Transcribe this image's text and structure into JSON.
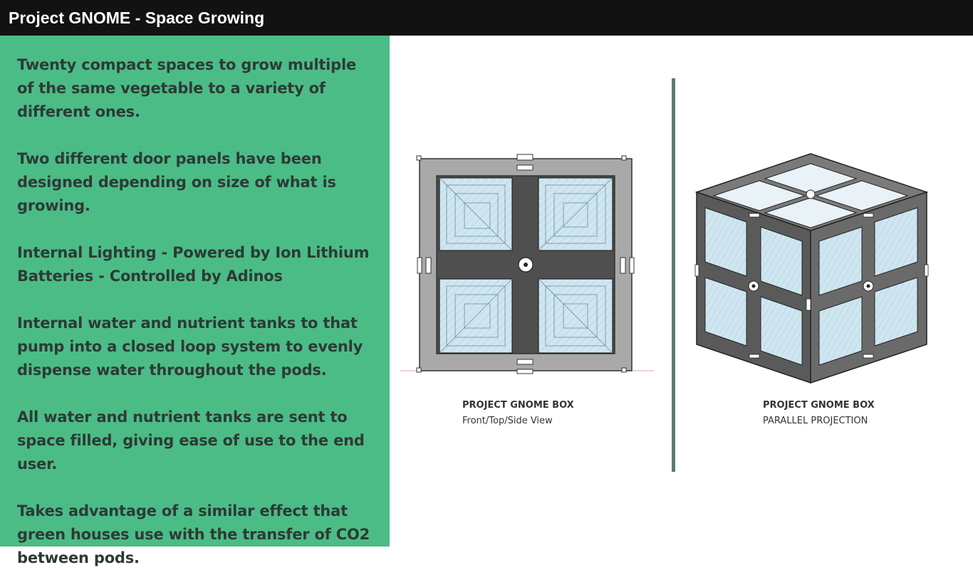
{
  "header": {
    "title": "Project GNOME - Space Growing"
  },
  "left_panel": {
    "paragraphs": [
      "Twenty compact spaces to grow multiple of the same vegetable to a variety of different ones.",
      "Two different door panels have been designed depending on size of what is growing.",
      "Internal Lighting - Powered by Ion Lithium Batteries - Controlled by Adinos",
      "Internal water and nutrient tanks to that pump into a closed loop system to evenly dispense water throughout the pods.",
      "All water and nutrient tanks are sent to space filled, giving ease of use to the end user.",
      "Takes advantage of a similar effect that green houses use with the transfer of CO2 between pods."
    ]
  },
  "figures": {
    "front": {
      "title": "PROJECT GNOME BOX",
      "subtitle": "Front/Top/Side View"
    },
    "iso": {
      "title": "PROJECT GNOME BOX",
      "subtitle": "PARALLEL PROJECTION"
    }
  },
  "colors": {
    "header_bg": "#121212",
    "panel_bg": "#4cbc86",
    "divider": "#5d7a73",
    "frame_gray": "#a9a9a9",
    "frame_dark": "#4f4f4f",
    "glass": "#cfe6f1"
  }
}
